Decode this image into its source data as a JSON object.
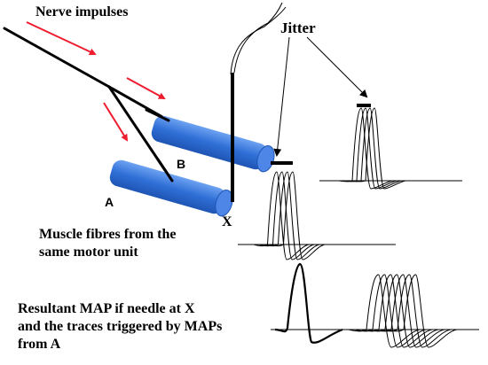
{
  "labels": {
    "nerve_impulses": "Nerve impulses",
    "jitter": "Jitter",
    "fibre_a": "A",
    "fibre_b": "B",
    "needle_x": "X",
    "muscle_fibres_line1": "Muscle fibres from the",
    "muscle_fibres_line2": "same motor unit",
    "resultant_line1": "Resultant MAP if needle at X",
    "resultant_line2": "and the traces triggered  by MAPs",
    "resultant_line3": "from A"
  },
  "colors": {
    "arrow": "#ee1c2e",
    "fibre": "#2f6fd6",
    "fibre_top": "#5b93ee",
    "ink": "#000000"
  },
  "traces": {
    "jitter_top_count": 4,
    "jitter_mid_count": 4,
    "bottom_right_count": 7
  }
}
